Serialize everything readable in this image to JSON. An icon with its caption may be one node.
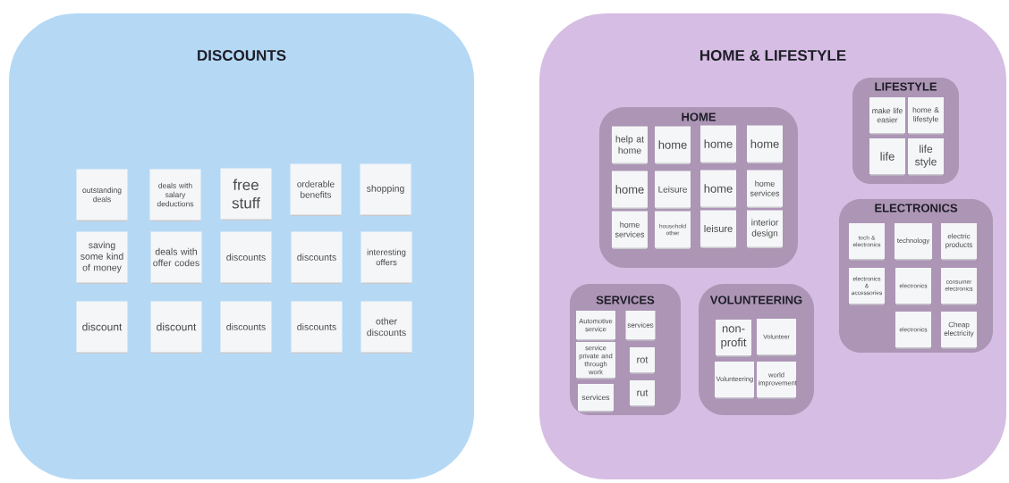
{
  "diagram": {
    "nodes": [
      {
        "text": [
          "DISCOUNTS"
        ]
      },
      {
        "text": [
          "outstanding deals"
        ],
        "in": 0
      },
      {
        "text": [
          "deals with salary deductions"
        ],
        "in": 0
      },
      {
        "text": [
          "free stuff"
        ],
        "in": 0
      },
      {
        "text": [
          "orderable benefits"
        ],
        "in": 0
      },
      {
        "text": [
          "shopping"
        ],
        "in": 0
      },
      {
        "text": [
          "saving some kind of money"
        ],
        "in": 0
      },
      {
        "text": [
          "deals with offer codes"
        ],
        "in": 0
      },
      {
        "text": [
          "discounts"
        ],
        "in": 0
      },
      {
        "text": [
          "discounts"
        ],
        "in": 0
      },
      {
        "text": [
          "interesting offers"
        ],
        "in": 0
      },
      {
        "text": [
          "discount"
        ],
        "in": 0
      },
      {
        "text": [
          "discount"
        ],
        "in": 0
      },
      {
        "text": [
          "discounts"
        ],
        "in": 0
      },
      {
        "text": [
          "discounts"
        ],
        "in": 0
      },
      {
        "text": [
          "other discounts"
        ],
        "in": 0
      },
      {
        "text": [
          "HOME & LIFESTYLE"
        ]
      },
      {
        "text": [
          "HOME"
        ],
        "in": 16
      },
      {
        "text": [
          "help at home"
        ],
        "in": 17
      },
      {
        "text": [
          "home"
        ],
        "in": 17
      },
      {
        "text": [
          "home"
        ],
        "in": 17
      },
      {
        "text": [
          "home"
        ],
        "in": 17
      },
      {
        "text": [
          "home"
        ],
        "in": 17
      },
      {
        "text": [
          "Leisure"
        ],
        "in": 17
      },
      {
        "text": [
          "home"
        ],
        "in": 17
      },
      {
        "text": [
          "home services"
        ],
        "in": 17
      },
      {
        "text": [
          "home services"
        ],
        "in": 17
      },
      {
        "text": [
          "household other"
        ],
        "in": 17
      },
      {
        "text": [
          "leisure"
        ],
        "in": 17
      },
      {
        "text": [
          "interior design"
        ],
        "in": 17
      },
      {
        "text": [
          "LIFESTYLE"
        ],
        "in": 16
      },
      {
        "text": [
          "make life easier"
        ],
        "in": 30
      },
      {
        "text": [
          "home & lifestyle"
        ],
        "in": 30
      },
      {
        "text": [
          "life"
        ],
        "in": 30
      },
      {
        "text": [
          "life style"
        ],
        "in": 30
      },
      {
        "text": [
          "ELECTRONICS"
        ],
        "in": 16
      },
      {
        "text": [
          "tech & electronics"
        ],
        "in": 35
      },
      {
        "text": [
          "technology"
        ],
        "in": 35
      },
      {
        "text": [
          "electric products"
        ],
        "in": 35
      },
      {
        "text": [
          "electronics & accessories"
        ],
        "in": 35
      },
      {
        "text": [
          "electronics"
        ],
        "in": 35
      },
      {
        "text": [
          "consumer electronics"
        ],
        "in": 35
      },
      {
        "text": [
          "electronics"
        ],
        "in": 35
      },
      {
        "text": [
          "Cheap electricity"
        ],
        "in": 35
      },
      {
        "text": [
          "SERVICES"
        ],
        "in": 16
      },
      {
        "text": [
          "Automotive service"
        ],
        "in": 44
      },
      {
        "text": [
          "services"
        ],
        "in": 44
      },
      {
        "text": [
          "service private and through work"
        ],
        "in": 44
      },
      {
        "text": [
          "rot"
        ],
        "in": 44
      },
      {
        "text": [
          "services"
        ],
        "in": 44
      },
      {
        "text": [
          "rut"
        ],
        "in": 44
      },
      {
        "text": [
          "VOLUNTEERING"
        ],
        "in": 16
      },
      {
        "text": [
          "non-profit"
        ],
        "in": 51
      },
      {
        "text": [
          "Volunteer"
        ],
        "in": 51
      },
      {
        "text": [
          "Volunteering"
        ],
        "in": 51
      },
      {
        "text": [
          "world improvement"
        ],
        "in": 51
      }
    ]
  }
}
